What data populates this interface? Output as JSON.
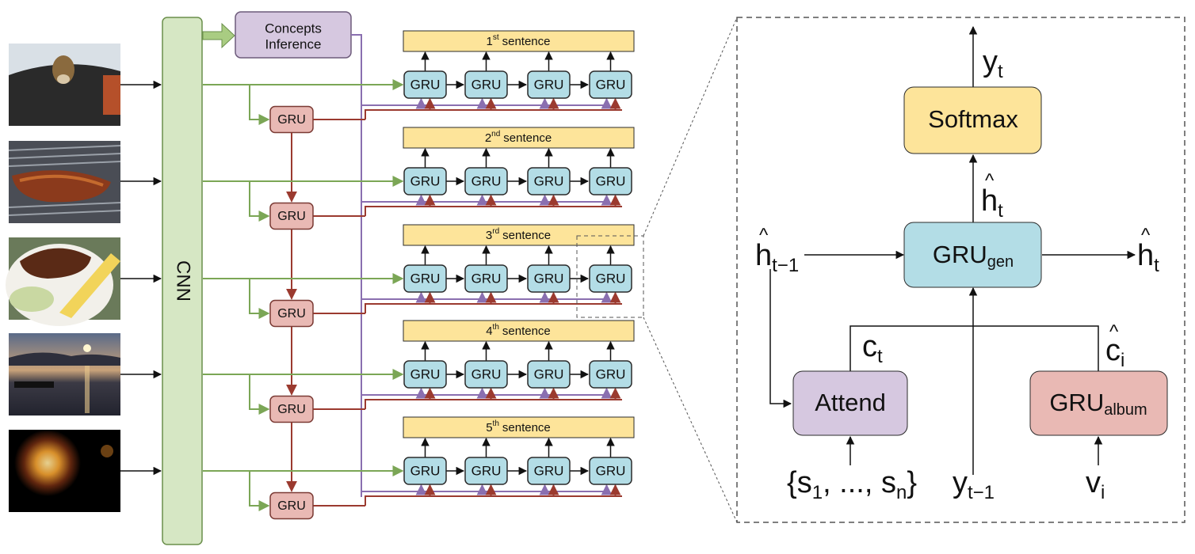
{
  "colors": {
    "cnn_fill": "#d6e7c4",
    "cnn_stroke": "#6a8f4b",
    "concepts_fill": "#d6c8e0",
    "concepts_stroke": "#6d5b7b",
    "gru_fill": "#b3dde6",
    "gru_stroke": "#2b2b2b",
    "album_fill": "#e9b9b4",
    "album_stroke": "#7a3a34",
    "sentence_fill": "#fde49a",
    "green_line": "#7ba656",
    "purple_line": "#8a6fb0",
    "red_line": "#9b3a2f",
    "dashed_border": "#555555"
  },
  "left": {
    "images": [
      "dog-in-car",
      "grilled-ribs",
      "ribs-and-corn-plate",
      "sunset-over-lake",
      "fireworks"
    ],
    "cnn_label": "CNN",
    "concepts_line1": "Concepts",
    "concepts_line2": "Inference",
    "gru_label": "GRU",
    "sentence_prefix": [
      "1",
      "2",
      "3",
      "4",
      "5"
    ],
    "sentence_suffix": [
      "st",
      "nd",
      "rd",
      "th",
      "th"
    ],
    "sentence_word": "sentence"
  },
  "right": {
    "y_out": "y",
    "y_out_sub": "t",
    "softmax": "Softmax",
    "h_hat_top": "h",
    "h_hat_top_sub": "t",
    "h_prev": "h",
    "h_prev_sub": "t−1",
    "gru_gen": "GRU",
    "gru_gen_sub": "gen",
    "h_out": "h",
    "h_out_sub": "t",
    "c_t": "c",
    "c_t_sub": "t",
    "c_hat_i": "c",
    "c_hat_i_sub": "i",
    "attend": "Attend",
    "gru_album": "GRU",
    "gru_album_sub": "album",
    "set_open": "{s",
    "set_s1_sub": "1",
    "set_mid": ", ..., s",
    "set_sn_sub": "n",
    "set_close": "}",
    "y_prev": "y",
    "y_prev_sub": "t−1",
    "v_i": "v",
    "v_i_sub": "i"
  }
}
